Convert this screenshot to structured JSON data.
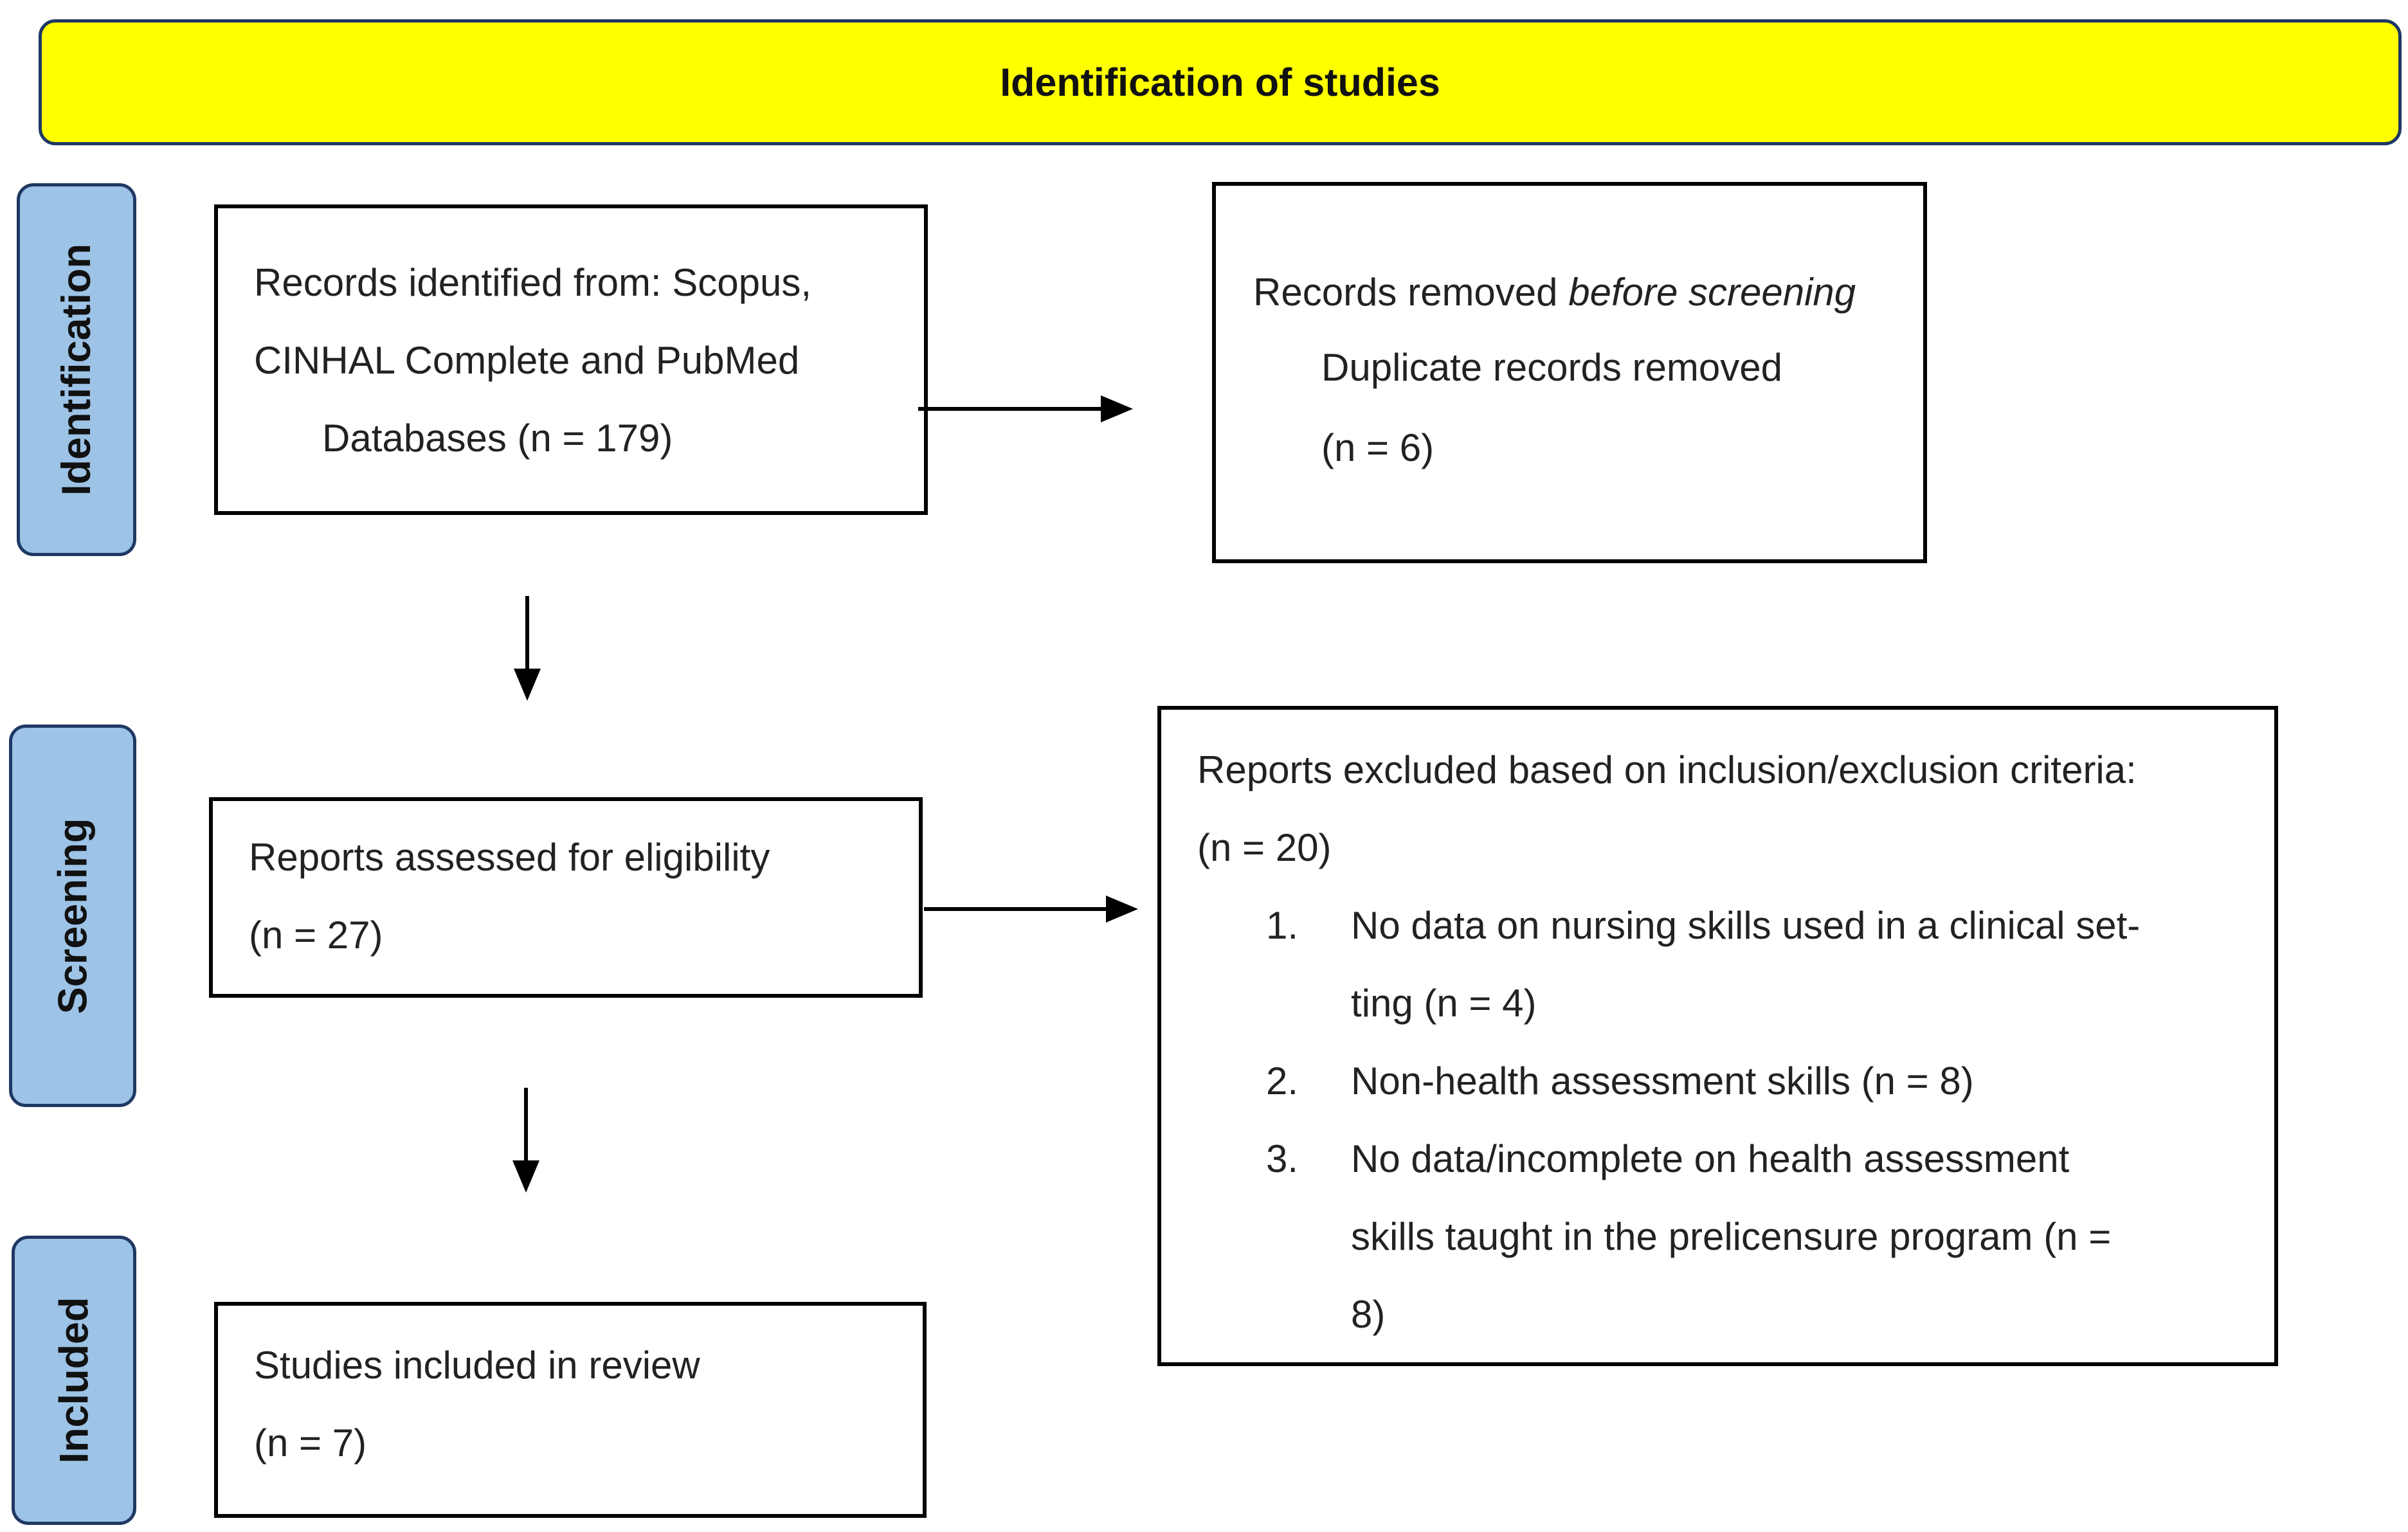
{
  "header": {
    "title": "Identification of studies"
  },
  "stages": {
    "identification": "Identification",
    "screening": "Screening",
    "included": "Included"
  },
  "records_identified": {
    "line1": "Records identified from: Scopus,",
    "line2": "CINHAL Complete and PubMed",
    "line3": "Databases (n = 179)"
  },
  "records_removed": {
    "title_prefix": "Records removed ",
    "title_italic": "before screening",
    "line2": "Duplicate records removed",
    "line3": "(n = 6)"
  },
  "reports_assessed": {
    "line1": "Reports assessed for eligibility",
    "line2": "(n = 27)"
  },
  "reports_excluded": {
    "line1": "Reports excluded based on inclusion/exclusion criteria:",
    "line2": "(n = 20)",
    "items": [
      {
        "num": "1.",
        "lines": [
          "No data on nursing skills used in a clinical set-",
          "ting (n = 4)"
        ]
      },
      {
        "num": "2.",
        "lines": [
          "Non-health assessment skills (n = 8)"
        ]
      },
      {
        "num": "3.",
        "lines": [
          "No data/incomplete on health assessment",
          "skills taught in the prelicensure program (n =",
          "8)"
        ]
      }
    ]
  },
  "studies_included": {
    "line1": "Studies included in review",
    "line2": "(n = 7)"
  }
}
